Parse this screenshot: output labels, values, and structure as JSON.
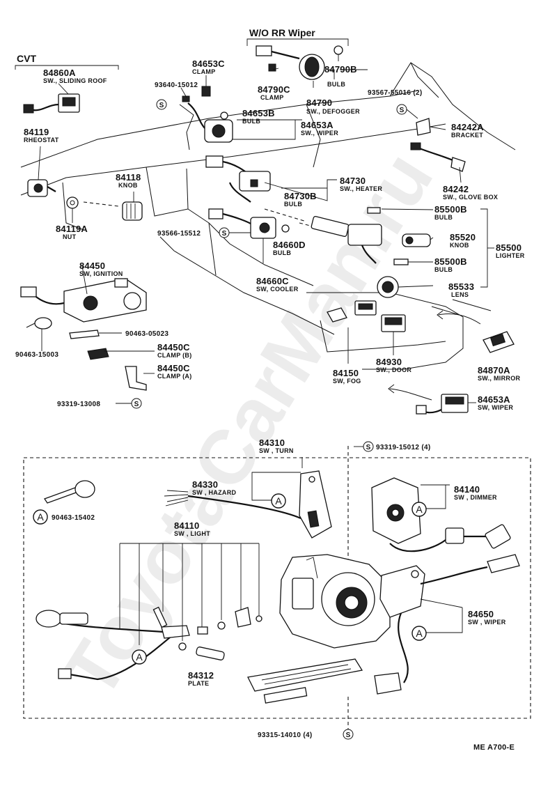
{
  "header": {
    "cvt": "CVT",
    "wo_rr_wiper": "W/O RR Wiper"
  },
  "symbols": {
    "a": "A",
    "s": "S"
  },
  "labels": {
    "p84860A": "84860A",
    "p84860A_sub": "SW., SLIDING ROOF",
    "p84119": "84119",
    "p84119_sub": "RHEOSTAT",
    "p93640": "93640-15012",
    "p84653C": "84653C",
    "p84653C_sub": "CLAMP",
    "p84790B": "84790B",
    "p84790C": "84790C",
    "p84790C_sub": "CLAMP",
    "p84790": "84790",
    "p84790_sub": "SW., DEFOGGER",
    "p84790_bulb": "BULB",
    "p93567": "93567-55016 (2)",
    "p84653B": "84653B",
    "p84653B_sub": "BULB",
    "p84653A_top": "84653A",
    "p84653A_top_sub": "SW., WIPER",
    "p84242A": "84242A",
    "p84242A_sub": "BRACKET",
    "p84118": "84118",
    "p84118_sub": "KNOB",
    "p84119A": "84119A",
    "p84119A_sub": "NUT",
    "p84730": "84730",
    "p84730_sub": "SW., HEATER",
    "p84730B": "84730B",
    "p84730B_sub": "BULB",
    "p84242": "84242",
    "p84242_sub": "SW., GLOVE BOX",
    "p93566": "93566-15512",
    "p84660D": "84660D",
    "p84660D_sub": "BULB",
    "p85500B_1": "85500B",
    "p85500B_1_sub": "BULB",
    "p85520": "85520",
    "p85520_sub": "KNOB",
    "p85500": "85500",
    "p85500_sub": "LIGHTER",
    "p85500B_2": "85500B",
    "p85500B_2_sub": "BULB",
    "p85533": "85533",
    "p85533_sub": "LENS",
    "p84450": "84450",
    "p84450_sub": "SW, IGNITION",
    "p84660C": "84660C",
    "p84660C_sub": "SW, COOLER",
    "p90463_05023": "90463-05023",
    "p90463_15003": "90463-15003",
    "p84450C_b": "84450C",
    "p84450C_b_sub": "CLAMP (B)",
    "p84450C_a": "84450C",
    "p84450C_a_sub": "CLAMP (A)",
    "p84150": "84150",
    "p84150_sub": "SW, FOG",
    "p84930": "84930",
    "p84930_sub": "SW., DOOR",
    "p84870A": "84870A",
    "p84870A_sub": "SW., MIRROR",
    "p93319_13008": "93319-13008",
    "p84653A_bot": "84653A",
    "p84653A_bot_sub": "SW, WIPER",
    "p84310": "84310",
    "p84310_sub": "SW , TURN",
    "p93319_15012": "93319-15012 (4)",
    "p84330": "84330",
    "p84330_sub": "SW , HAZARD",
    "p84140": "84140",
    "p84140_sub": "SW , DIMMER",
    "p90463_15402": "90463-15402",
    "p84110": "84110",
    "p84110_sub": "SW , LIGHT",
    "p84650": "84650",
    "p84650_sub": "SW , WIPER",
    "p84312": "84312",
    "p84312_sub": "PLATE",
    "p93315": "93315-14010 (4)",
    "code": "ME  A700-E"
  },
  "watermark": "ToyotaCarMan.ru"
}
